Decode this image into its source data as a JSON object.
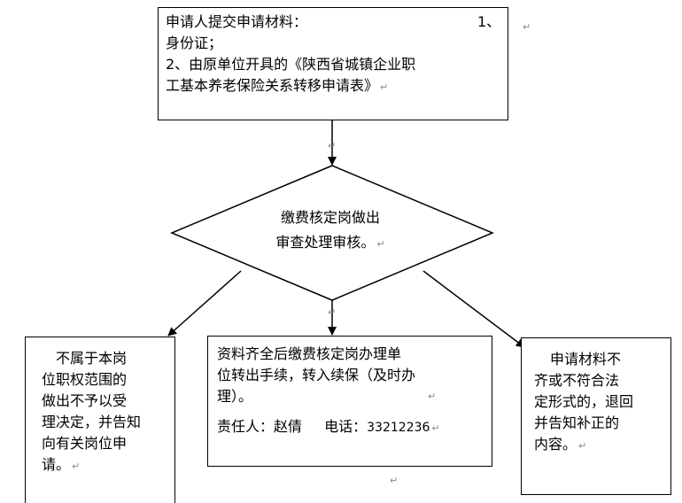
{
  "colors": {
    "stroke": "#000000",
    "background": "#ffffff",
    "paragraph_mark": "#888888"
  },
  "paragraph_mark": "↵",
  "top_box": {
    "lines": [
      "申请人提交申请材料：",
      "1、",
      "身份证；",
      "2、由原单位开具的《陕西省城镇企业职",
      "工基本养老保险关系转移申请表》"
    ]
  },
  "decision": {
    "lines": [
      "缴费核定岗做出",
      "审查处理审核。"
    ]
  },
  "left_box": {
    "lines": [
      "不属于本岗",
      "位职权范围的",
      "做出不予以受",
      "理决定，并告知",
      "向有关岗位申",
      "请。"
    ]
  },
  "center_box": {
    "lines": [
      "资料齐全后缴费核定岗办理单",
      "位转出手续，转入续保（及时办",
      "理）。"
    ],
    "responsible_label": "责任人：赵倩",
    "phone_label": "电话：",
    "phone_number": "33212236"
  },
  "right_box": {
    "lines": [
      "申请材料不",
      "齐或不符合法",
      "定形式的，退回",
      "并告知补正的",
      "内容。"
    ]
  }
}
